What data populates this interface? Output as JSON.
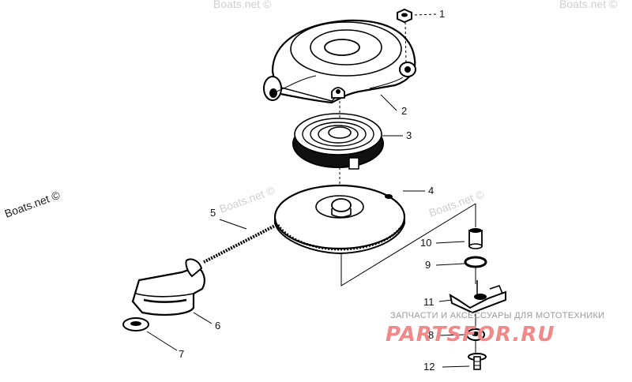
{
  "diagram": {
    "callouts": [
      {
        "id": "1",
        "text": "1"
      },
      {
        "id": "2",
        "text": "2"
      },
      {
        "id": "3",
        "text": "3"
      },
      {
        "id": "4",
        "text": "4"
      },
      {
        "id": "5",
        "text": "5"
      },
      {
        "id": "6",
        "text": "6"
      },
      {
        "id": "7",
        "text": "7"
      },
      {
        "id": "8",
        "text": "8"
      },
      {
        "id": "9",
        "text": "9"
      },
      {
        "id": "10",
        "text": "10"
      },
      {
        "id": "11",
        "text": "11"
      },
      {
        "id": "12",
        "text": "12"
      }
    ]
  },
  "watermarks": {
    "boats": "Boats.net ©",
    "brand_subtitle": "ЗАПЧАСТИ И АКСЕССУАРЫ ДЛЯ МОТОТЕХНИКИ",
    "brand_name": "PARTSFOR.RU"
  }
}
